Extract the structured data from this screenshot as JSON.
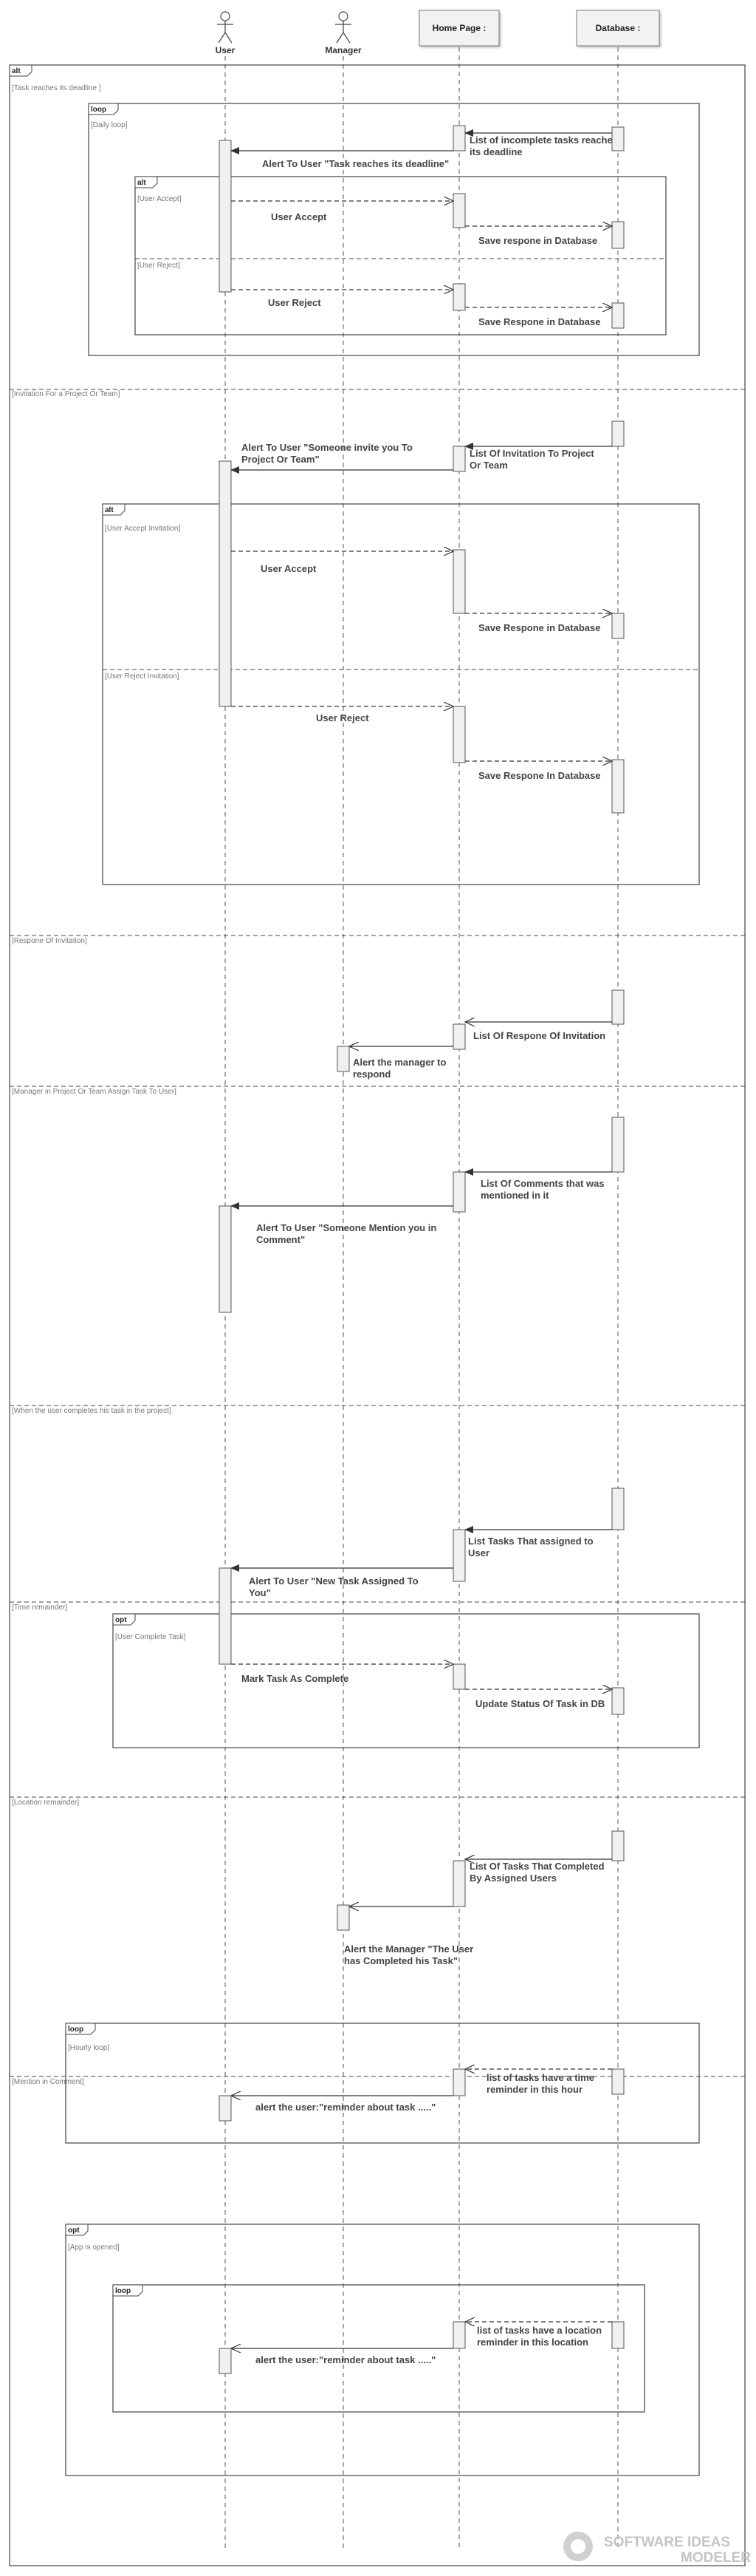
{
  "participants": [
    {
      "id": "user",
      "label": "User",
      "kind": "actor"
    },
    {
      "id": "manager",
      "label": "Manager",
      "kind": "actor"
    },
    {
      "id": "home",
      "label": "Home Page :",
      "kind": "box"
    },
    {
      "id": "db",
      "label": "Database :",
      "kind": "box"
    }
  ],
  "fragments": {
    "alt_main": {
      "name": "alt"
    },
    "loop_daily": {
      "name": "loop",
      "guard": "[Daily loop]"
    },
    "alt_accept": {
      "name": "alt"
    },
    "alt_invite": {
      "name": "alt"
    },
    "opt_time": {
      "name": "opt",
      "guard": "[User Complete Task]"
    },
    "loop_hourly": {
      "name": "loop",
      "guard": "[Hourly loop]"
    },
    "opt_app": {
      "name": "opt",
      "guard": "[App is opened]"
    },
    "loop_location": {
      "name": "loop"
    }
  },
  "guards": {
    "task_deadline": "[Task reaches its deadline ]",
    "user_accept": "[User Accept]",
    "user_reject": "[User Reject]",
    "invitation": "[Invitation For a Project Or Team]",
    "user_accept_inv": "[User Accept Invitation]",
    "user_reject_inv": "[User Reject Invitation]",
    "respone_inv": "[Respone Of Invitation]",
    "manager_assign": "[Manager in Project Or Team Assign Task To User]",
    "user_completes": "[When the user completes his task in the project]",
    "time_remainder": "[Time remainder]",
    "location_remainder": "[Location remainder]",
    "mention": "[Mention in Comment]"
  },
  "messages": {
    "m1": "List of incomplete tasks reache its deadline",
    "m2": "Alert To User \"Task reaches its deadline\"",
    "m3": "User Accept",
    "m4": "Save respone in Database",
    "m5": "User Reject",
    "m6": "Save Respone in Database",
    "m7": "List Of Invitation To Project Or Team",
    "m8": "Alert To User \"Someone invite you To Project Or Team\"",
    "m9": "User Accept",
    "m10": "Save Respone in Database",
    "m11": "User Reject",
    "m12": "Save Respone In Database",
    "m13": "List Of Respone Of Invitation",
    "m14": "Alert the manager to respond",
    "m15": "List Of Comments that was mentioned in it",
    "m16": "Alert To User \"Someone Mention you in Comment\"",
    "m17": "List Tasks That assigned to User",
    "m18": "Alert To User \"New Task Assigned To You\"",
    "m19": "Mark Task As Complete",
    "m20": "Update Status Of Task in DB",
    "m21": "List Of Tasks That Completed By Assigned Users",
    "m22": "Alert the Manager \"The User has Completed his Task\"",
    "m23": "list of tasks have a time reminder in this hour",
    "m24": "alert the user:\"reminder about task .....\"",
    "m25": "list of tasks have a location reminder in this location",
    "m26": "alert the user:\"reminder about task .....\""
  },
  "watermark": {
    "line1": "SOFTWARE IDEAS",
    "line2": "MODELER"
  }
}
